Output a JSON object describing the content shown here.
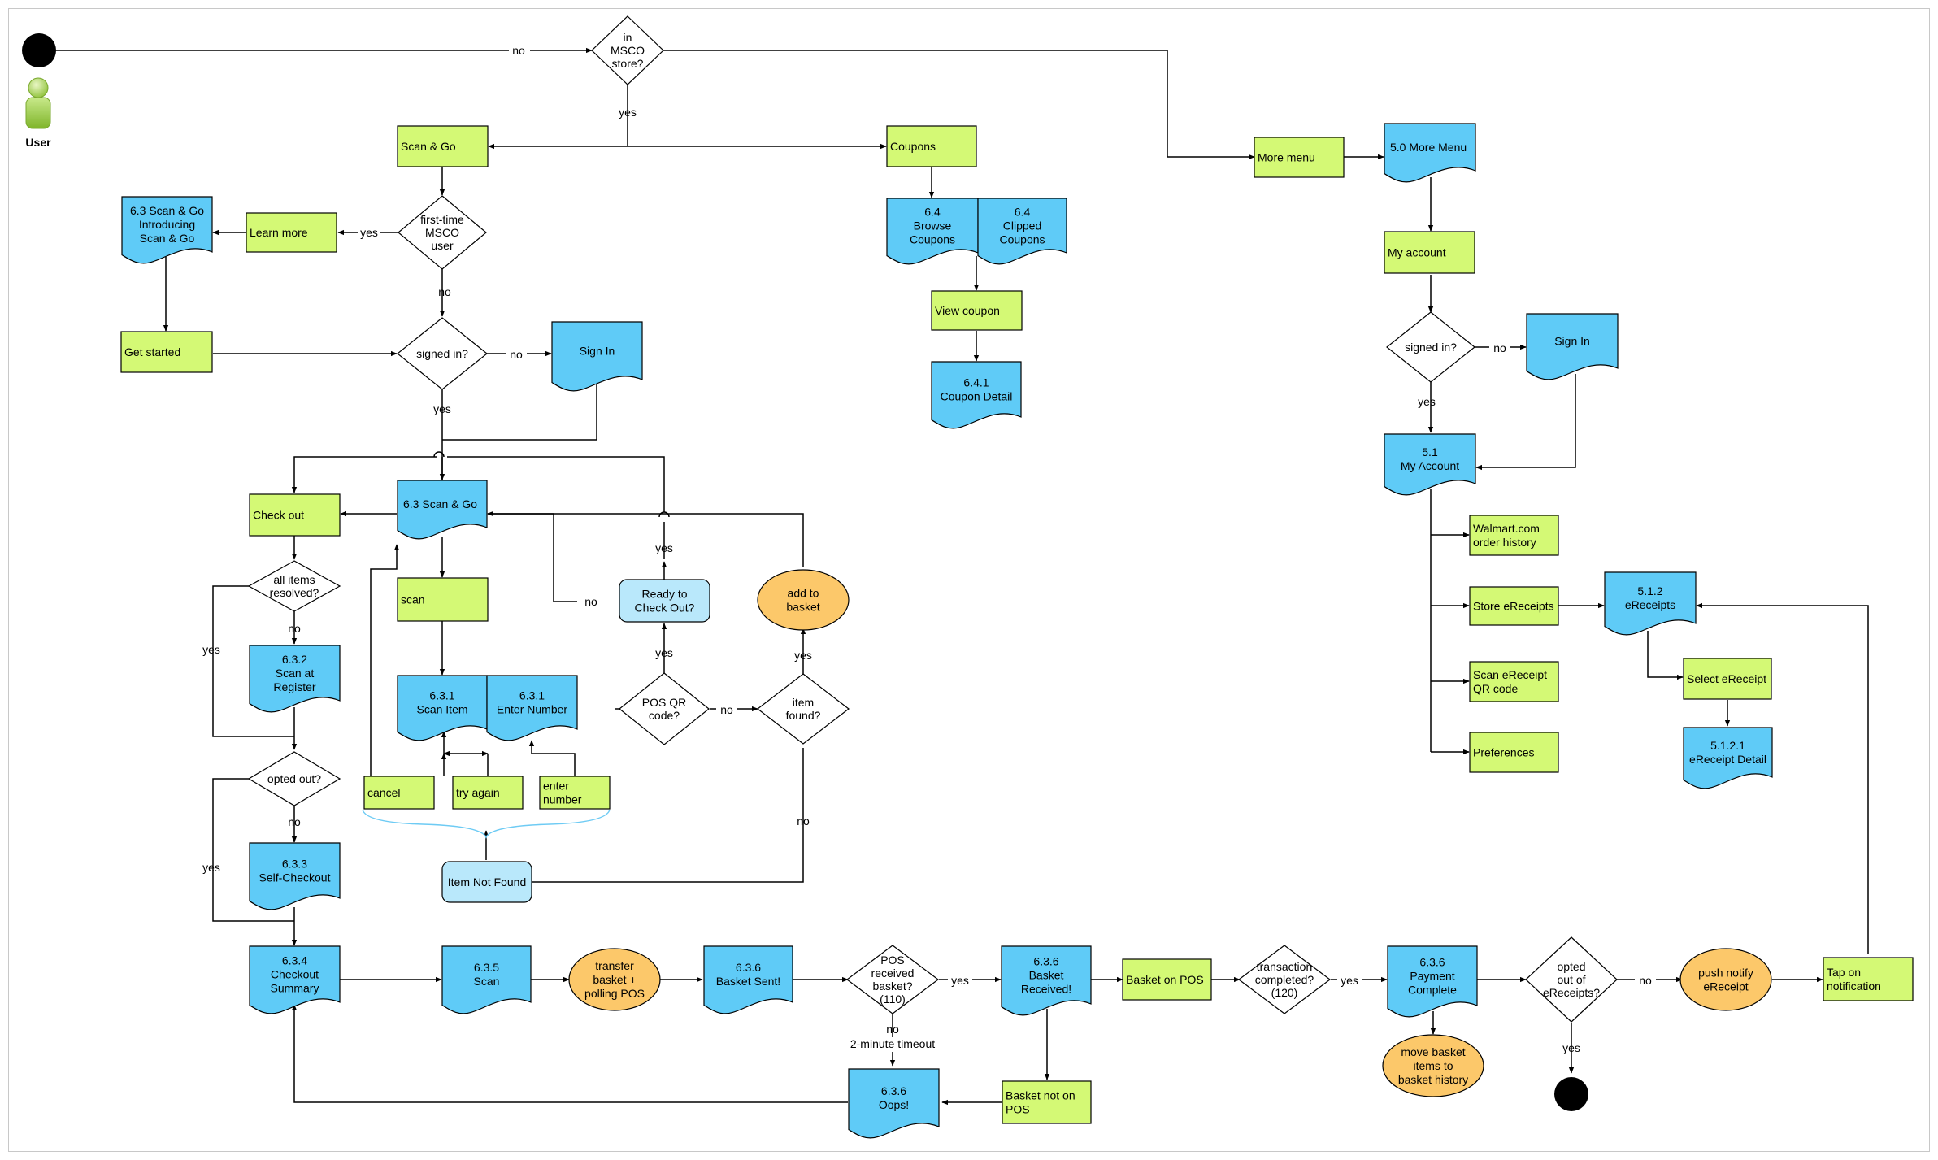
{
  "actor": {
    "label": "User"
  },
  "decisions": {
    "in_store": [
      "in",
      "MSCO",
      "store?"
    ],
    "first_time": [
      "first-time",
      "MSCO",
      "user"
    ],
    "signed_in": [
      "signed in?"
    ],
    "signed_in_account": [
      "signed in?"
    ],
    "all_items_resolved": [
      "all items",
      "resolved?"
    ],
    "opted_out": [
      "opted out?"
    ],
    "pos_qr": [
      "POS QR",
      "code?"
    ],
    "item_found": [
      "item",
      "found?"
    ],
    "pos_received": [
      "POS",
      "received",
      "basket?",
      "(110)"
    ],
    "transaction_completed": [
      "transaction",
      "completed?",
      "(120)"
    ],
    "opted_out_ereceipts": [
      "opted",
      "out of",
      "eReceipts?"
    ]
  },
  "actions": {
    "scan_and_go": [
      "Scan & Go"
    ],
    "coupons": [
      "Coupons"
    ],
    "more_menu": [
      "More menu"
    ],
    "learn_more": [
      "Learn more"
    ],
    "get_started": [
      "Get started"
    ],
    "view_coupon": [
      "View coupon"
    ],
    "my_account": [
      "My account"
    ],
    "check_out": [
      "Check out"
    ],
    "scan": [
      "scan"
    ],
    "cancel": [
      "cancel"
    ],
    "try_again": [
      "try again"
    ],
    "enter_number": [
      "enter",
      "number"
    ],
    "walmart_history": [
      "Walmart.com",
      "order history"
    ],
    "store_ereceipts": [
      "Store eReceipts"
    ],
    "scan_ereceipt_qr": [
      "Scan eReceipt",
      "QR code"
    ],
    "preferences": [
      "Preferences"
    ],
    "select_ereceipt": [
      "Select eReceipt"
    ],
    "basket_on_pos": [
      "Basket on POS"
    ],
    "basket_not_on_pos": [
      "Basket not on",
      "POS"
    ],
    "tap_notification": [
      "Tap on",
      "notification"
    ]
  },
  "screens": {
    "more_menu_screen": [
      "5.0 More Menu"
    ],
    "scan_go_intro": [
      "6.3 Scan & Go",
      "Introducing",
      "Scan & Go"
    ],
    "browse_coupons": [
      "6.4",
      "Browse",
      "Coupons"
    ],
    "clipped_coupons": [
      "6.4",
      "Clipped",
      "Coupons"
    ],
    "sign_in": [
      "Sign In"
    ],
    "sign_in_account": [
      "Sign In"
    ],
    "coupon_detail": [
      "6.4.1",
      "Coupon Detail"
    ],
    "my_account_screen": [
      "5.1",
      "My Account"
    ],
    "scan_go_main": [
      "6.3 Scan & Go"
    ],
    "scan_item": [
      "6.3.1",
      "Scan Item"
    ],
    "enter_number_screen": [
      "6.3.1",
      "Enter Number"
    ],
    "scan_at_register": [
      "6.3.2",
      "Scan at",
      "Register"
    ],
    "self_checkout": [
      "6.3.3",
      "Self-Checkout"
    ],
    "checkout_summary": [
      "6.3.4",
      "Checkout",
      "Summary"
    ],
    "scan_635": [
      "6.3.5",
      "Scan"
    ],
    "basket_sent": [
      "6.3.6",
      "Basket Sent!"
    ],
    "basket_received": [
      "6.3.6",
      "Basket",
      "Received!"
    ],
    "oops": [
      "6.3.6",
      "Oops!"
    ],
    "payment_complete": [
      "6.3.6",
      "Payment",
      "Complete"
    ],
    "ereceipts": [
      "5.1.2",
      "eReceipts"
    ],
    "ereceipt_detail": [
      "5.1.2.1",
      "eReceipt Detail"
    ]
  },
  "dialogs": {
    "ready_checkout": [
      "Ready to",
      "Check Out?"
    ],
    "item_not_found": [
      "Item Not Found"
    ]
  },
  "processes": {
    "add_to_basket": [
      "add to",
      "basket"
    ],
    "transfer_basket": [
      "transfer",
      "basket +",
      "polling POS"
    ],
    "move_basket_items": [
      "move basket",
      "items to",
      "basket history"
    ],
    "push_notify": [
      "push notify",
      "eReceipt"
    ]
  },
  "edge_labels": {
    "no_store": "no",
    "yes_store": "yes",
    "yes_first_time": "yes",
    "no_first_time": "no",
    "no_signed": "no",
    "yes_signed": "yes",
    "yes_ready": "yes",
    "no_ready": "no",
    "yes_qr": "yes",
    "no_qr": "no",
    "yes_found": "yes",
    "no_found": "no",
    "yes_resolved": "yes",
    "no_resolved": "no",
    "yes_opted": "yes",
    "no_opted": "no",
    "yes_pos": "yes",
    "no_pos": "no",
    "timeout": "2-minute timeout",
    "yes_transaction": "yes",
    "no_ereceipts": "no",
    "yes_ereceipts": "yes",
    "no_signed_account": "no",
    "yes_signed_account": "yes"
  },
  "colors": {
    "action": "#d4f975",
    "screen": "#5fcbf7",
    "dialog": "#b9e8fb",
    "process": "#fcc86a",
    "decision": "#ffffff"
  }
}
